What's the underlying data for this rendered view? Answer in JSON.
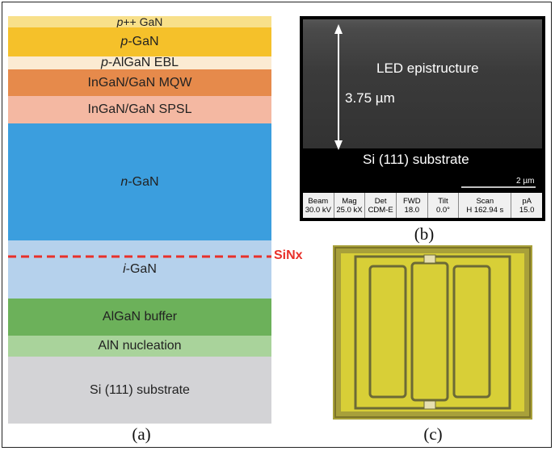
{
  "layers": [
    {
      "prefix": "",
      "italic": "p",
      "suffix": "++ GaN",
      "color": "#f8e08a"
    },
    {
      "prefix": "",
      "italic": "p",
      "suffix": "-GaN",
      "color": "#f5c12a"
    },
    {
      "prefix": "",
      "italic": "p",
      "suffix": "-AlGaN EBL",
      "color": "#fbebd2"
    },
    {
      "prefix": "InGaN/GaN MQW",
      "italic": "",
      "suffix": "",
      "color": "#e68a4b"
    },
    {
      "prefix": "InGaN/GaN SPSL",
      "italic": "",
      "suffix": "",
      "color": "#f4b8a2"
    },
    {
      "prefix": "",
      "italic": "n",
      "suffix": "-GaN",
      "color": "#3b9ede"
    },
    {
      "prefix": "",
      "italic": "i",
      "suffix": "-GaN",
      "color": "#b5d1ec"
    },
    {
      "prefix": "AlGaN buffer",
      "italic": "",
      "suffix": "",
      "color": "#6cb15a"
    },
    {
      "prefix": "AlN nucleation",
      "italic": "",
      "suffix": "",
      "color": "#a9d39b"
    },
    {
      "prefix": "Si (111) substrate",
      "italic": "",
      "suffix": "",
      "color": "#d3d3d6"
    }
  ],
  "sinx_label": "SiNx",
  "sinx_color": "#e8302a",
  "captions": {
    "a": "(a)",
    "b": "(b)",
    "c": "(c)"
  },
  "sem": {
    "epi_label": "LED epistructure",
    "thickness_label": "3.75 µm",
    "substrate_label": "Si (111) substrate",
    "scale_label": "2 µm",
    "info_bar": [
      {
        "head": "Beam",
        "value": "30.0 kV"
      },
      {
        "head": "Mag",
        "value": "25.0 kX"
      },
      {
        "head": "Det",
        "value": "CDM-E"
      },
      {
        "head": "FWD",
        "value": "18.0"
      },
      {
        "head": "Tilt",
        "value": "0.0°"
      },
      {
        "head": "Scan",
        "value": "H 162.94 s"
      },
      {
        "head": "pA",
        "value": "15.0"
      }
    ]
  }
}
